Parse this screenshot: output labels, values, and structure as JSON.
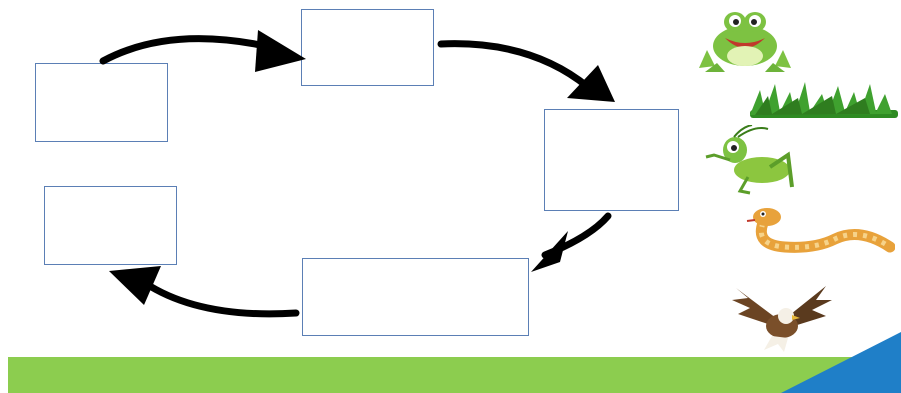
{
  "diagram": {
    "heading": "",
    "boxes": [
      {
        "id": "box-top-left",
        "label": ""
      },
      {
        "id": "box-top-center",
        "label": ""
      },
      {
        "id": "box-right",
        "label": ""
      },
      {
        "id": "box-bottom-center",
        "label": ""
      },
      {
        "id": "box-bottom-left",
        "label": ""
      }
    ],
    "animals": [
      "frog",
      "grass",
      "grasshopper",
      "snake",
      "eagle"
    ]
  },
  "colors": {
    "box_border": "#5b7fb5",
    "arrow": "#000000",
    "bottom_bar": "#8ccd4f",
    "corner_triangle": "#1f7fc8"
  }
}
